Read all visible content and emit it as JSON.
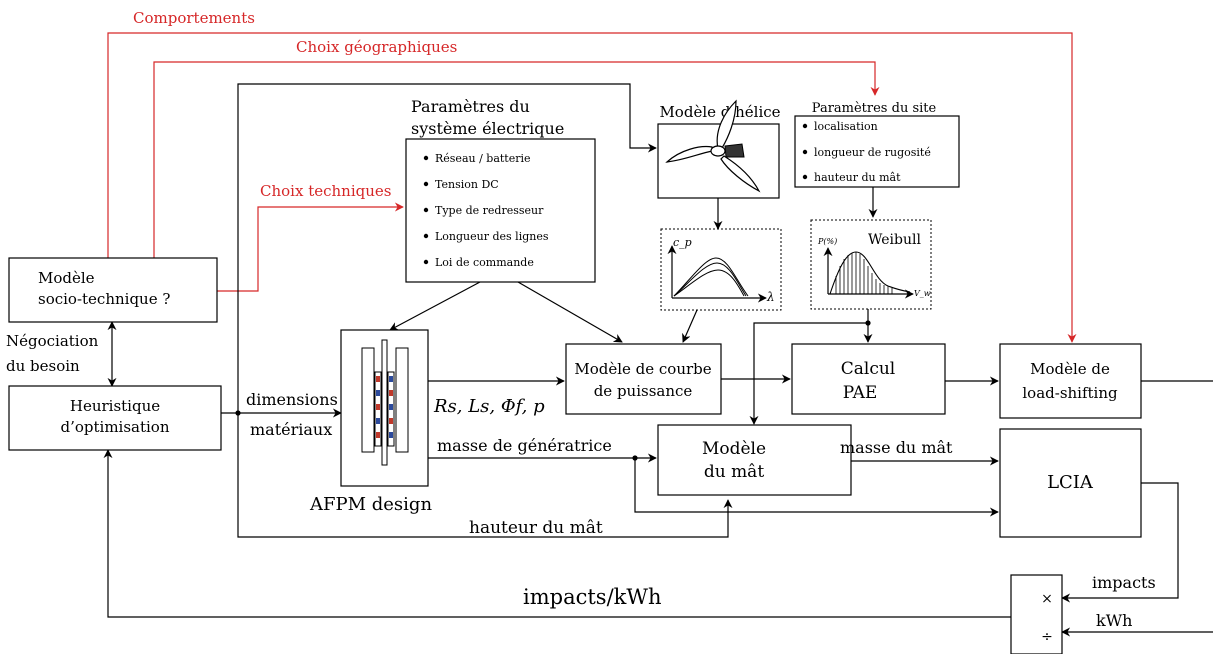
{
  "colors": {
    "black": "#000000",
    "red": "#d62728"
  },
  "red_labels": {
    "comportements": "Comportements",
    "choix_geo": "Choix géographiques",
    "choix_tech": "Choix techniques"
  },
  "socio": {
    "line1": "Modèle",
    "line2": "socio-technique ?"
  },
  "negociation": {
    "line1": "Négociation",
    "line2": "du besoin"
  },
  "heuristique": {
    "line1": "Heuristique",
    "line2": "d’optimisation"
  },
  "dims": {
    "line1": "dimensions",
    "line2": "matériaux"
  },
  "elec": {
    "title1": "Paramètres du",
    "title2": "système électrique",
    "items": [
      "Réseau / batterie",
      "Tension DC",
      "Type de redresseur",
      "Longueur des lignes",
      "Loi de commande"
    ]
  },
  "helice": {
    "title": "Modèle d’hélice"
  },
  "site": {
    "title": "Paramètres du site",
    "items": [
      "localisation",
      "longueur de rugosité",
      "hauteur du mât"
    ]
  },
  "cp_plot": {
    "ylabel": "c_p",
    "xlabel": "λ"
  },
  "weibull": {
    "title": "Weibull",
    "ylabel": "P(%)",
    "xlabel": "V_w"
  },
  "afpm": {
    "label": "AFPM design"
  },
  "params": {
    "label": "Rs, Ls, Φf, p"
  },
  "masse_gen": {
    "label": "masse de génératrice"
  },
  "courbe": {
    "line1": "Modèle de courbe",
    "line2": "de puissance"
  },
  "pae": {
    "line1": "Calcul",
    "line2": "PAE"
  },
  "load": {
    "line1": "Modèle de",
    "line2": "load-shifting"
  },
  "mat": {
    "line1": "Modèle",
    "line2": "du mât"
  },
  "masse_mat": {
    "label": "masse du mât"
  },
  "lcia": {
    "label": "LCIA"
  },
  "hauteur": {
    "label": "hauteur du mât"
  },
  "impacts_kwh": {
    "label": "impacts/kWh"
  },
  "impacts": {
    "label": "impacts"
  },
  "kwh": {
    "label": "kWh"
  },
  "ops": {
    "mult": "×",
    "div": "÷"
  }
}
